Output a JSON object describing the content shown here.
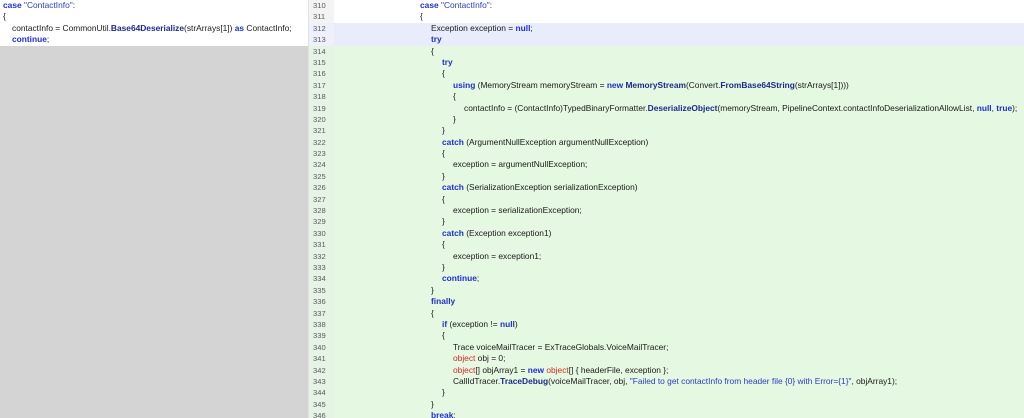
{
  "colors": {
    "left_pane_bg": "#d4d4d4",
    "modified_bg": "#e9ecfb",
    "added_bg": "#e5f8e1",
    "keyword": "#1f2fd1",
    "type": "#2b7a86",
    "method": "#1b2a8a",
    "string": "#2a3cc4",
    "red_keyword": "#d62b2b"
  },
  "left_lines": [
    {
      "indent": 0,
      "tokens": [
        {
          "t": "case",
          "c": "kw"
        },
        {
          "t": " ",
          "c": ""
        },
        {
          "t": "\"ContactInfo\"",
          "c": "str"
        },
        {
          "t": ":",
          "c": ""
        }
      ]
    },
    {
      "indent": 0,
      "tokens": [
        {
          "t": "{",
          "c": ""
        }
      ]
    },
    {
      "indent": 1,
      "tokens": [
        {
          "t": "contactInfo = CommonUtil.",
          "c": ""
        },
        {
          "t": "Base64Deserialize",
          "c": "fn"
        },
        {
          "t": "(strArrays[1]) ",
          "c": ""
        },
        {
          "t": "as",
          "c": "kw"
        },
        {
          "t": " ContactInfo;",
          "c": ""
        }
      ]
    },
    {
      "indent": 1,
      "tokens": [
        {
          "t": "continue",
          "c": "kw"
        },
        {
          "t": ";",
          "c": ""
        }
      ]
    }
  ],
  "right_lines": [
    {
      "num": "310",
      "state": "ctx",
      "indent": 0,
      "tokens": [
        {
          "t": "case",
          "c": "kw"
        },
        {
          "t": " ",
          "c": ""
        },
        {
          "t": "\"ContactInfo\"",
          "c": "str"
        },
        {
          "t": ":",
          "c": ""
        }
      ]
    },
    {
      "num": "311",
      "state": "ctx",
      "indent": 0,
      "tokens": [
        {
          "t": "{",
          "c": ""
        }
      ]
    },
    {
      "num": "312",
      "state": "mod",
      "indent": 1,
      "tokens": [
        {
          "t": "Exception exception = ",
          "c": ""
        },
        {
          "t": "null",
          "c": "kw"
        },
        {
          "t": ";",
          "c": ""
        }
      ]
    },
    {
      "num": "313",
      "state": "mod",
      "indent": 1,
      "tokens": [
        {
          "t": "try",
          "c": "kw"
        }
      ]
    },
    {
      "num": "314",
      "state": "add",
      "indent": 1,
      "tokens": [
        {
          "t": "{",
          "c": ""
        }
      ]
    },
    {
      "num": "315",
      "state": "add",
      "indent": 2,
      "tokens": [
        {
          "t": "try",
          "c": "kw"
        }
      ]
    },
    {
      "num": "316",
      "state": "add",
      "indent": 2,
      "tokens": [
        {
          "t": "{",
          "c": ""
        }
      ]
    },
    {
      "num": "317",
      "state": "add",
      "indent": 3,
      "tokens": [
        {
          "t": "using",
          "c": "kw"
        },
        {
          "t": " (MemoryStream memoryStream = ",
          "c": ""
        },
        {
          "t": "new",
          "c": "kw"
        },
        {
          "t": " ",
          "c": ""
        },
        {
          "t": "MemoryStream",
          "c": "fn"
        },
        {
          "t": "(Convert.",
          "c": ""
        },
        {
          "t": "FromBase64String",
          "c": "fn"
        },
        {
          "t": "(strArrays[1])))",
          "c": ""
        }
      ]
    },
    {
      "num": "318",
      "state": "add",
      "indent": 3,
      "tokens": [
        {
          "t": "{",
          "c": ""
        }
      ]
    },
    {
      "num": "319",
      "state": "add",
      "indent": 4,
      "tokens": [
        {
          "t": "contactInfo = (ContactInfo)TypedBinaryFormatter.",
          "c": ""
        },
        {
          "t": "DeserializeObject",
          "c": "fn"
        },
        {
          "t": "(memoryStream, PipelineContext.contactInfoDeserializationAllowList, ",
          "c": ""
        },
        {
          "t": "null",
          "c": "kw"
        },
        {
          "t": ", ",
          "c": ""
        },
        {
          "t": "true",
          "c": "kw"
        },
        {
          "t": ");",
          "c": ""
        }
      ]
    },
    {
      "num": "320",
      "state": "add",
      "indent": 3,
      "tokens": [
        {
          "t": "}",
          "c": ""
        }
      ]
    },
    {
      "num": "321",
      "state": "add",
      "indent": 2,
      "tokens": [
        {
          "t": "}",
          "c": ""
        }
      ]
    },
    {
      "num": "322",
      "state": "add",
      "indent": 2,
      "tokens": [
        {
          "t": "catch",
          "c": "kw"
        },
        {
          "t": " (ArgumentNullException argumentNullException)",
          "c": ""
        }
      ]
    },
    {
      "num": "323",
      "state": "add",
      "indent": 2,
      "tokens": [
        {
          "t": "{",
          "c": ""
        }
      ]
    },
    {
      "num": "324",
      "state": "add",
      "indent": 3,
      "tokens": [
        {
          "t": "exception = argumentNullException;",
          "c": ""
        }
      ]
    },
    {
      "num": "325",
      "state": "add",
      "indent": 2,
      "tokens": [
        {
          "t": "}",
          "c": ""
        }
      ]
    },
    {
      "num": "326",
      "state": "add",
      "indent": 2,
      "tokens": [
        {
          "t": "catch",
          "c": "kw"
        },
        {
          "t": " (SerializationException serializationException)",
          "c": ""
        }
      ]
    },
    {
      "num": "327",
      "state": "add",
      "indent": 2,
      "tokens": [
        {
          "t": "{",
          "c": ""
        }
      ]
    },
    {
      "num": "328",
      "state": "add",
      "indent": 3,
      "tokens": [
        {
          "t": "exception = serializationException;",
          "c": ""
        }
      ]
    },
    {
      "num": "329",
      "state": "add",
      "indent": 2,
      "tokens": [
        {
          "t": "}",
          "c": ""
        }
      ]
    },
    {
      "num": "330",
      "state": "add",
      "indent": 2,
      "tokens": [
        {
          "t": "catch",
          "c": "kw"
        },
        {
          "t": " (Exception exception1)",
          "c": ""
        }
      ]
    },
    {
      "num": "331",
      "state": "add",
      "indent": 2,
      "tokens": [
        {
          "t": "{",
          "c": ""
        }
      ]
    },
    {
      "num": "332",
      "state": "add",
      "indent": 3,
      "tokens": [
        {
          "t": "exception = exception1;",
          "c": ""
        }
      ]
    },
    {
      "num": "333",
      "state": "add",
      "indent": 2,
      "tokens": [
        {
          "t": "}",
          "c": ""
        }
      ]
    },
    {
      "num": "334",
      "state": "add",
      "indent": 2,
      "tokens": [
        {
          "t": "continue",
          "c": "kw"
        },
        {
          "t": ";",
          "c": ""
        }
      ]
    },
    {
      "num": "335",
      "state": "add",
      "indent": 1,
      "tokens": [
        {
          "t": "}",
          "c": ""
        }
      ]
    },
    {
      "num": "336",
      "state": "add",
      "indent": 1,
      "tokens": [
        {
          "t": "finally",
          "c": "kw"
        }
      ]
    },
    {
      "num": "337",
      "state": "add",
      "indent": 1,
      "tokens": [
        {
          "t": "{",
          "c": ""
        }
      ]
    },
    {
      "num": "338",
      "state": "add",
      "indent": 2,
      "tokens": [
        {
          "t": "if",
          "c": "kw"
        },
        {
          "t": " (exception != ",
          "c": ""
        },
        {
          "t": "null",
          "c": "kw"
        },
        {
          "t": ")",
          "c": ""
        }
      ]
    },
    {
      "num": "339",
      "state": "add",
      "indent": 2,
      "tokens": [
        {
          "t": "{",
          "c": ""
        }
      ]
    },
    {
      "num": "340",
      "state": "add",
      "indent": 3,
      "tokens": [
        {
          "t": "Trace voiceMailTracer = ExTraceGlobals.VoiceMailTracer;",
          "c": ""
        }
      ]
    },
    {
      "num": "341",
      "state": "add",
      "indent": 3,
      "tokens": [
        {
          "t": "object",
          "c": "red"
        },
        {
          "t": " obj = 0;",
          "c": ""
        }
      ]
    },
    {
      "num": "342",
      "state": "add",
      "indent": 3,
      "tokens": [
        {
          "t": "object",
          "c": "red"
        },
        {
          "t": "[] objArray1 = ",
          "c": ""
        },
        {
          "t": "new",
          "c": "kw"
        },
        {
          "t": " ",
          "c": ""
        },
        {
          "t": "object",
          "c": "red"
        },
        {
          "t": "[] { headerFile, exception };",
          "c": ""
        }
      ]
    },
    {
      "num": "343",
      "state": "add",
      "indent": 3,
      "tokens": [
        {
          "t": "CallIdTracer.",
          "c": ""
        },
        {
          "t": "TraceDebug",
          "c": "fn"
        },
        {
          "t": "(voiceMailTracer, obj, ",
          "c": ""
        },
        {
          "t": "\"Failed to get contactInfo from header file {0} with Error={1}\"",
          "c": "str"
        },
        {
          "t": ", objArray1);",
          "c": ""
        }
      ]
    },
    {
      "num": "344",
      "state": "add",
      "indent": 2,
      "tokens": [
        {
          "t": "}",
          "c": ""
        }
      ]
    },
    {
      "num": "345",
      "state": "add",
      "indent": 1,
      "tokens": [
        {
          "t": "}",
          "c": ""
        }
      ]
    },
    {
      "num": "346",
      "state": "add",
      "indent": 1,
      "tokens": [
        {
          "t": "break",
          "c": "kw"
        },
        {
          "t": ";",
          "c": ""
        }
      ]
    }
  ]
}
